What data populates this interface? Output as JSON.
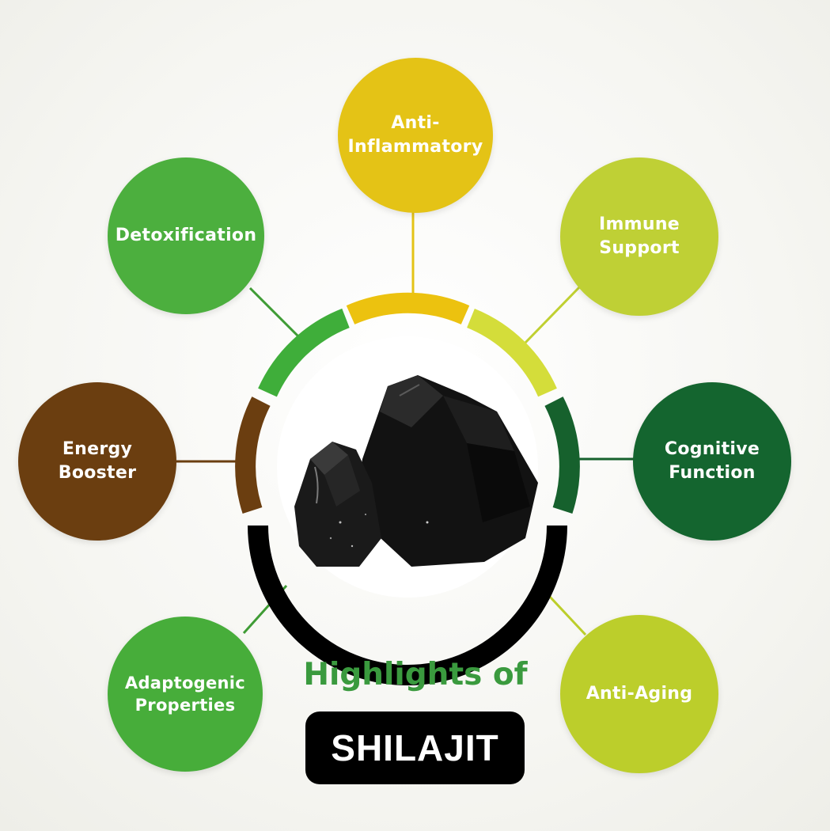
{
  "diagram": {
    "headline": "Highlights of",
    "brand": "SHILAJIT",
    "nodes": [
      {
        "id": "anti-inflammatory",
        "label": "Anti-\nInflammatory",
        "color": "#e4c316"
      },
      {
        "id": "detoxification",
        "label": "Detoxification",
        "color": "#4caf3e"
      },
      {
        "id": "immune",
        "label": "Immune\nSupport",
        "color": "#bfd035"
      },
      {
        "id": "energy",
        "label": "Energy\nBooster",
        "color": "#6b3e10"
      },
      {
        "id": "cognitive",
        "label": "Cognitive\nFunction",
        "color": "#14652f"
      },
      {
        "id": "adaptogenic",
        "label": "Adaptogenic\nProperties",
        "color": "#47ad3a"
      },
      {
        "id": "antiaging",
        "label": "Anti-Aging",
        "color": "#bcce2b"
      }
    ],
    "ring_colors": {
      "yellow": "#ecc20f",
      "lime": "#d4dd3a",
      "dark_green": "#16612d",
      "black": "#000000",
      "brown": "#6b3e10",
      "green": "#3fae3a"
    },
    "center_image": "shilajit-rock"
  }
}
